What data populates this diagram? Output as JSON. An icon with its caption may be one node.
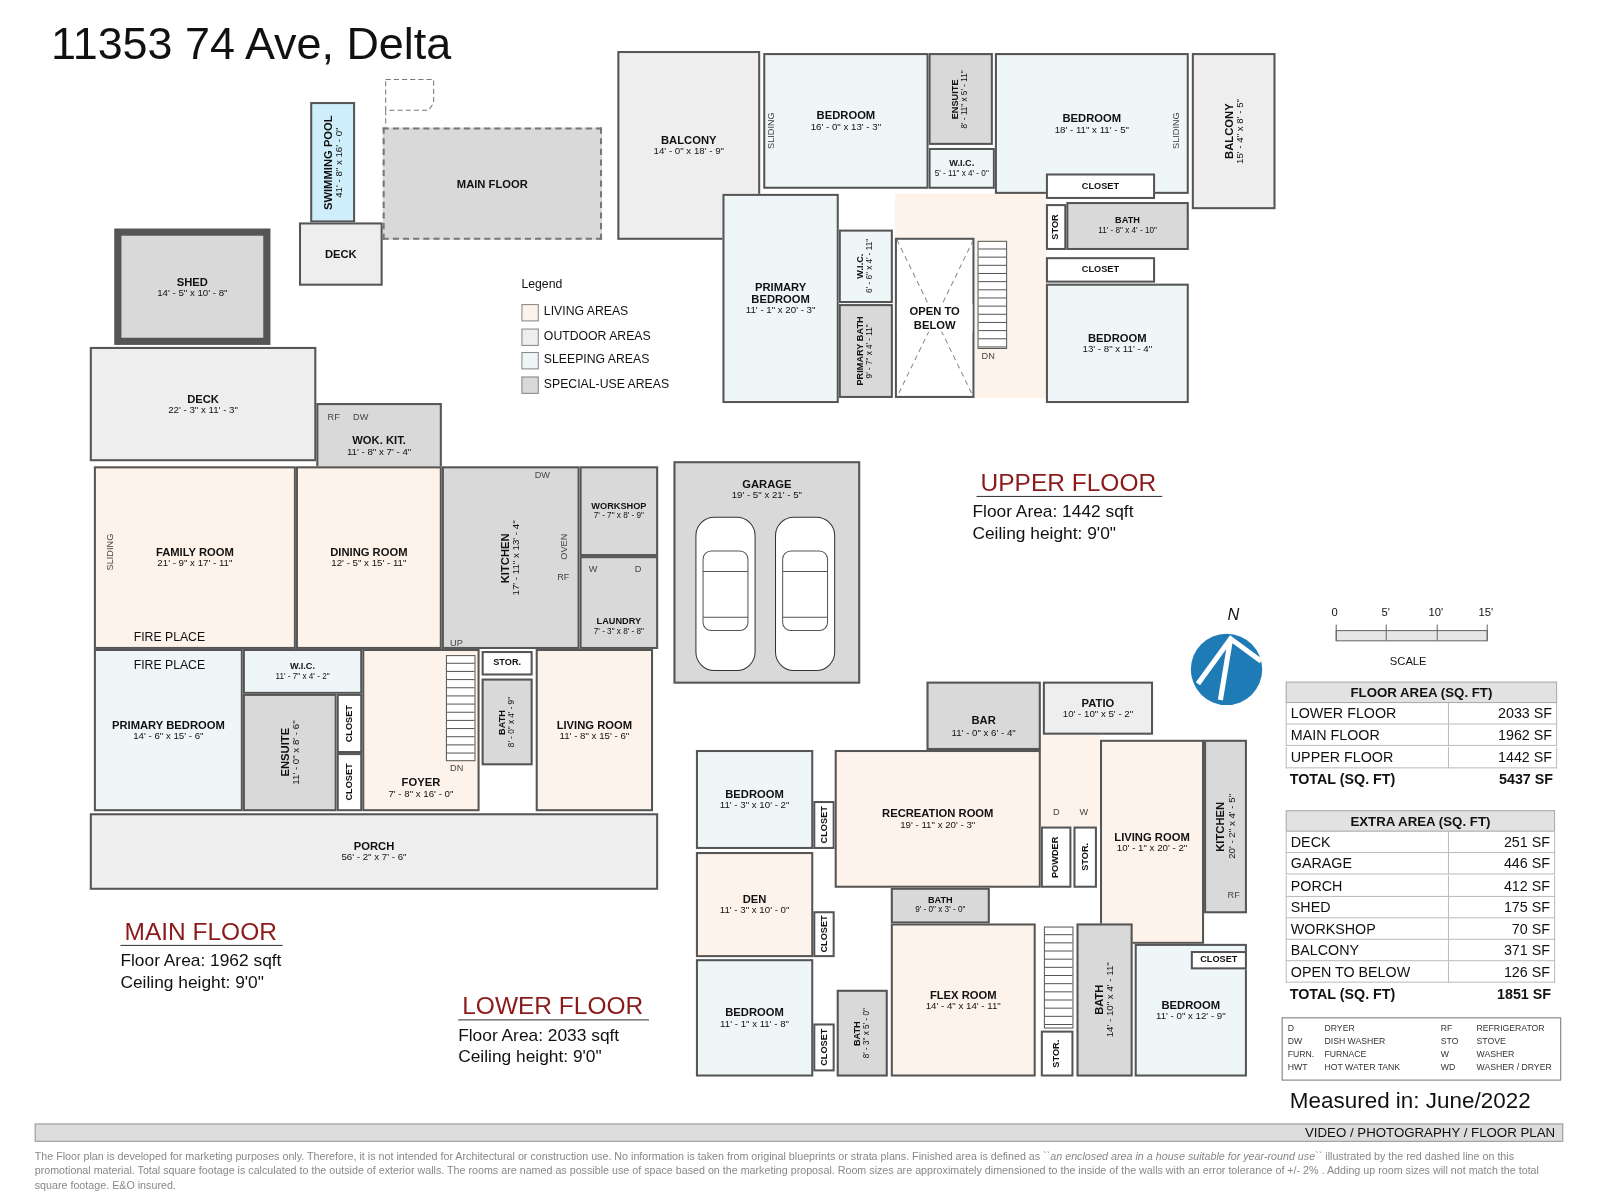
{
  "diagram": {
    "title": "11353 74 Ave, Delta",
    "nodes": [
      {
        "text": [
          "SWIMMING POOL",
          "41' - 8\" x 16' - 0\""
        ]
      },
      {
        "text": [
          "MAIN FLOOR"
        ]
      },
      {
        "text": [
          "DECK"
        ]
      },
      {
        "text": [
          "SHED",
          "14' - 5\" x 10' - 8\""
        ]
      },
      {
        "text": [
          "DECK",
          "22' - 3\" x 11' - 3\""
        ]
      },
      {
        "text": [
          "WOK. KIT.",
          "11' - 8\" x 7' - 4\""
        ]
      },
      {
        "text": [
          "FAMILY ROOM",
          "21' - 9\" x 17' - 11\""
        ]
      },
      {
        "text": [
          "DINING ROOM",
          "12' - 5\" x 15' - 11\""
        ]
      },
      {
        "text": [
          "KITCHEN",
          "17' - 11\" x 13' - 4\""
        ]
      },
      {
        "text": [
          "WORKSHOP",
          "7' - 7\" x 8' - 9\""
        ]
      },
      {
        "text": [
          "LAUNDRY",
          "7' - 3\" x 8' - 8\""
        ]
      },
      {
        "text": [
          "GARAGE",
          "19' - 5\" x 21' - 5\""
        ]
      },
      {
        "text": [
          "PRIMARY BEDROOM",
          "14' - 6\" x 15' - 6\""
        ]
      },
      {
        "text": [
          "W.I.C.",
          "11' - 7\" x 4' - 2\""
        ]
      },
      {
        "text": [
          "ENSUITE",
          "11' - 0\" x 8' - 6\""
        ]
      },
      {
        "text": [
          "CLOSET"
        ]
      },
      {
        "text": [
          "CLOSET"
        ]
      },
      {
        "text": [
          "FOYER",
          "7' - 8\" x 16' - 0\""
        ]
      },
      {
        "text": [
          "STOR."
        ]
      },
      {
        "text": [
          "BATH",
          "8' - 0\" x 4' - 9\""
        ]
      },
      {
        "text": [
          "LIVING ROOM",
          "11' - 8\" x 15' - 6\""
        ]
      },
      {
        "text": [
          "PORCH",
          "56' - 2\" x 7' - 6\""
        ]
      },
      {
        "text": [
          "BALCONY",
          "14' - 0\" x 18' - 9\""
        ]
      },
      {
        "text": [
          "BEDROOM",
          "16' - 0\" x 13' - 3\""
        ]
      },
      {
        "text": [
          "ENSUITE",
          "8' - 11\" x 5' - 11\""
        ]
      },
      {
        "text": [
          "W.I.C.",
          "5' - 11\" x 4' - 0\""
        ]
      },
      {
        "text": [
          "BEDROOM",
          "18' - 11\" x 11' - 5\""
        ]
      },
      {
        "text": [
          "BALCONY",
          "15' - 4\" x 8' - 5\""
        ]
      },
      {
        "text": [
          "PRIMARY BEDROOM",
          "11' - 1\" x 20' - 3\""
        ]
      },
      {
        "text": [
          "W.I.C.",
          "6' - 6\" x 4' - 11\""
        ]
      },
      {
        "text": [
          "PRIMARY BATH",
          "9' - 7\" x 4' - 11\""
        ]
      },
      {
        "text": [
          "OPEN TO BELOW"
        ]
      },
      {
        "text": [
          "CLOSET"
        ]
      },
      {
        "text": [
          "STOR"
        ]
      },
      {
        "text": [
          "BATH",
          "11' - 8\" x 4' - 10\""
        ]
      },
      {
        "text": [
          "CLOSET"
        ]
      },
      {
        "text": [
          "BEDROOM",
          "13' - 8\" x 11' - 4\""
        ]
      },
      {
        "text": [
          "BAR",
          "11' - 0\" x 6' - 4\""
        ]
      },
      {
        "text": [
          "PATIO",
          "10' - 10\" x 5' - 2\""
        ]
      },
      {
        "text": [
          "BEDROOM",
          "11' - 3\" x 10' - 2\""
        ]
      },
      {
        "text": [
          "CLOSET"
        ]
      },
      {
        "text": [
          "RECREATION ROOM",
          "19' - 11\" x 20' - 3\""
        ]
      },
      {
        "text": [
          "DEN",
          "11' - 3\" x 10' - 0\""
        ]
      },
      {
        "text": [
          "CLOSET"
        ]
      },
      {
        "text": [
          "BEDROOM",
          "11' - 1\" x 11' - 8\""
        ]
      },
      {
        "text": [
          "CLOSET"
        ]
      },
      {
        "text": [
          "BATH",
          "8' - 3\" x 5' - 0\""
        ]
      },
      {
        "text": [
          "BATH",
          "9' - 0\" x 3' - 0\""
        ]
      },
      {
        "text": [
          "FLEX ROOM",
          "14' - 4\" x 14' - 11\""
        ]
      },
      {
        "text": [
          "POWDER"
        ]
      },
      {
        "text": [
          "STOR."
        ]
      },
      {
        "text": [
          "LIVING ROOM",
          "10' - 1\" x 20' - 2\""
        ]
      },
      {
        "text": [
          "KITCHEN",
          "20' - 2\" x 4' - 5\""
        ]
      },
      {
        "text": [
          "STOR."
        ]
      },
      {
        "text": [
          "BATH",
          "14' - 10\" x 4' - 11\""
        ]
      },
      {
        "text": [
          "BEDROOM",
          "11' - 0\" x 12' - 9\""
        ]
      },
      {
        "text": [
          "CLOSET"
        ],
        "in": 55
      }
    ],
    "labels": [
      "Legend",
      "UPPER FLOOR",
      "Floor Area: 1442 sqft",
      "Ceiling height: 9'0\"",
      "N",
      "0",
      "5'",
      "10'",
      "15'",
      "SCALE",
      "FLOOR AREA (SQ. FT)",
      "LOWER FLOOR",
      "2033 SF",
      "MAIN FLOOR",
      "1962 SF",
      "UPPER FLOOR",
      "1442 SF",
      "TOTAL (SQ. FT)",
      "5437 SF",
      "EXTRA AREA (SQ. FT)",
      "DECK",
      "251 SF",
      "GARAGE",
      "446 SF",
      "PORCH",
      "412 SF",
      "SHED",
      "175 SF",
      "WORKSHOP",
      "70 SF",
      "BALCONY",
      "371 SF",
      "OPEN TO BELOW",
      "126 SF",
      "TOTAL (SQ. FT)",
      "1851 SF",
      "MAIN FLOOR",
      "Floor Area: 1962 sqft",
      "Ceiling height: 9'0\"",
      "LOWER FLOOR",
      "Floor Area: 2033 sqft",
      "Ceiling height: 9'0\"",
      "D",
      "DRYER",
      "RF",
      "REFRIGERATOR",
      "DW",
      "DISH WASHER",
      "STO",
      "STOVE",
      "FURN.",
      "FURNACE",
      "W",
      "WASHER",
      "HWT",
      "HOT WATER TANK",
      "WD",
      "WASHER / DRYER",
      "Measured in: June/2022",
      "VIDEO / PHOTOGRAPHY / FLOOR PLAN",
      "The Floor plan is developed for marketing purposes only. Therefore, it is not intended for Architectural or construction use. No information is taken from original blueprints or strata plans. Finished area is defined as ``*an enclosed area in a house suitable for year-round use*`` illustrated by the red dashed line on this promotional material. Total square footage is calculated to the outside of exterior walls. The rooms are named as possible use of space based on the marketing proposal. Room sizes are approximately dimensioned to the inside of the walls with an error tolerance of +/- 2% . Adding up room sizes will not match the total square footage. E&O insured.",
      "SLIDING",
      "SLIDING",
      "DN",
      "RF",
      "DW",
      "SLIDING",
      "DW",
      "OVEN",
      "RF",
      "W",
      "D",
      "FIRE PLACE",
      "FIRE PLACE",
      "UP",
      "DN",
      "D",
      "W",
      "RF"
    ],
    "legend": [
      {
        "text": "LIVING AREAS",
        "color": "#fdf3ea"
      },
      {
        "text": "OUTDOOR AREAS",
        "color": "#eeeeee"
      },
      {
        "text": "SLEEPING AREAS",
        "color": "#eef6f8"
      },
      {
        "text": "SPECIAL-USE AREAS",
        "color": "#d9d9d9"
      }
    ]
  }
}
